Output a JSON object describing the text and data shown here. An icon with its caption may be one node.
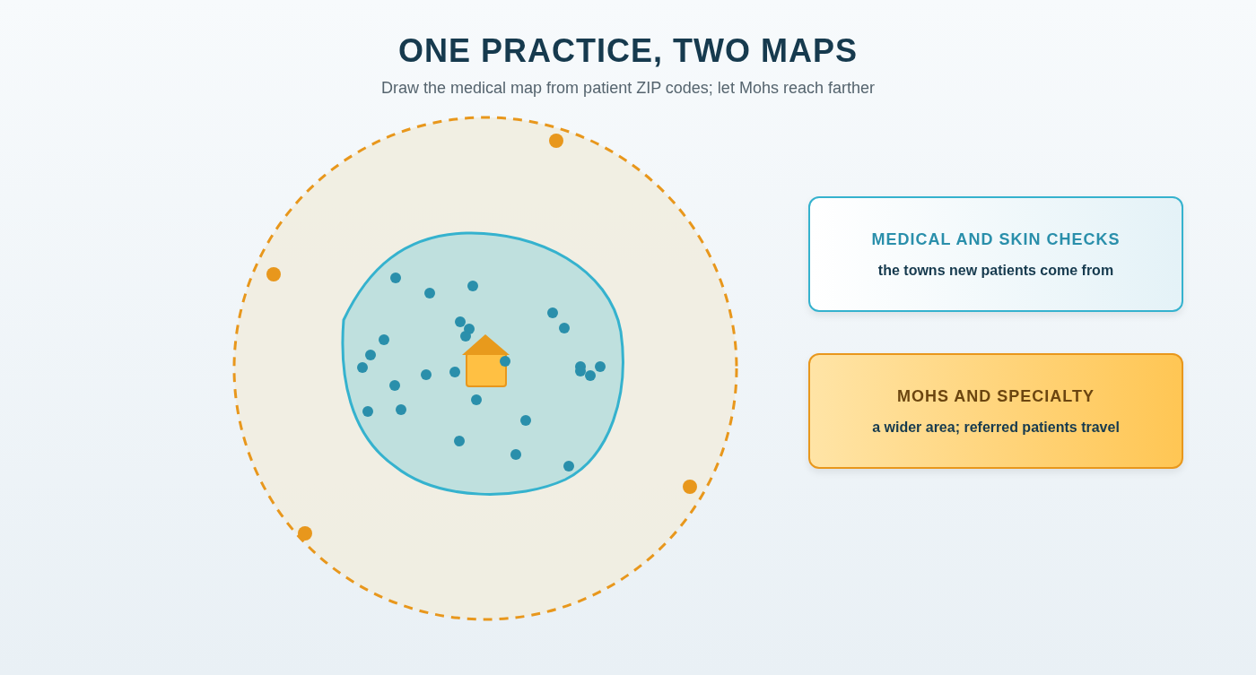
{
  "diagram": {
    "title": "ONE PRACTICE, TWO MAPS",
    "caption": "Draw the medical map from patient ZIP codes; let Mohs reach farther",
    "nodes": [
      {
        "text": [
          "MEDICAL AND SKIN CHECKS",
          "the towns new patients come from"
        ]
      },
      {
        "text": [
          "MOHS AND SPECIALTY",
          "a wider area; referred patients travel"
        ]
      }
    ]
  }
}
